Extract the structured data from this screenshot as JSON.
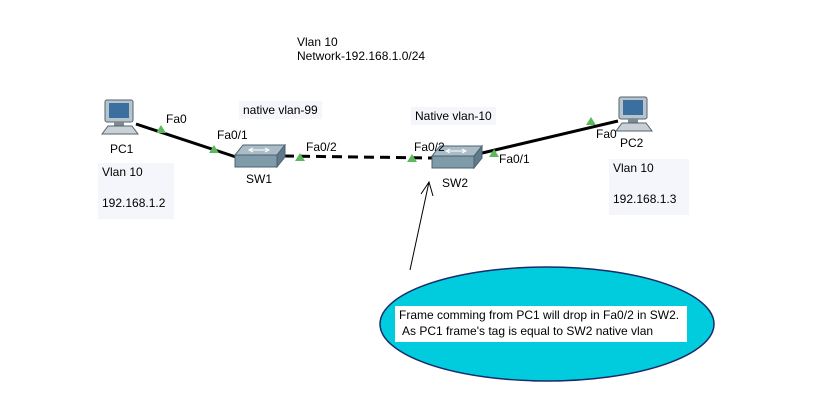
{
  "network_note": {
    "line1": "Vlan 10",
    "line2": "Network-192.168.1.0/24"
  },
  "sw1_native": "native vlan-99",
  "sw2_native": "Native vlan-10",
  "pc1": {
    "name": "PC1",
    "port": "Fa0",
    "vlan": "Vlan 10",
    "ip": "192.168.1.2"
  },
  "pc2": {
    "name": "PC2",
    "port": "Fa0",
    "vlan": "Vlan 10",
    "ip": "192.168.1.3"
  },
  "sw1": {
    "name": "SW1",
    "port_access": "Fa0/1",
    "port_trunk": "Fa0/2"
  },
  "sw2": {
    "name": "SW2",
    "port_access": "Fa0/1",
    "port_trunk": "Fa0/2"
  },
  "callout": {
    "line1": "Frame comming from PC1 will drop in Fa0/2 in SW2.",
    "line2": "As PC1 frame's tag is equal to SW2 native vlan"
  },
  "colors": {
    "port_indicator": "#5cb85c",
    "callout_fill": "#00ccdd",
    "switch_body": "#7f9aa8"
  },
  "icons": {
    "pc": "computer-icon",
    "switch": "switch-icon",
    "port": "triangle-indicator"
  }
}
